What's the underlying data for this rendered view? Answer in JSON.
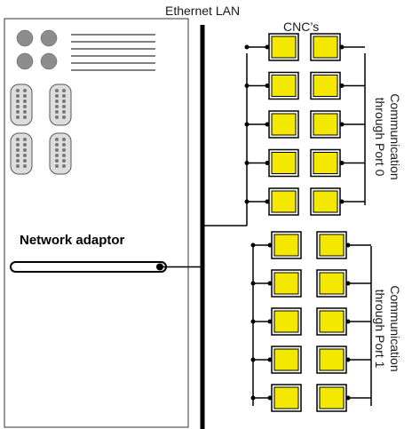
{
  "labels": {
    "lan": "Ethernet LAN",
    "cncs": "CNC’s",
    "network_adaptor": "Network adaptor",
    "port0": [
      "Communication",
      "through Port 0"
    ],
    "port1": [
      "Communication",
      "through Port 1"
    ]
  },
  "colors": {
    "cnc_fill": "#f5e800",
    "line": "#000000",
    "port_gray": "#8c8c8c"
  },
  "groups": [
    {
      "name": "port-0",
      "rows": 5,
      "columns": 2
    },
    {
      "name": "port-1",
      "rows": 5,
      "columns": 2
    }
  ]
}
